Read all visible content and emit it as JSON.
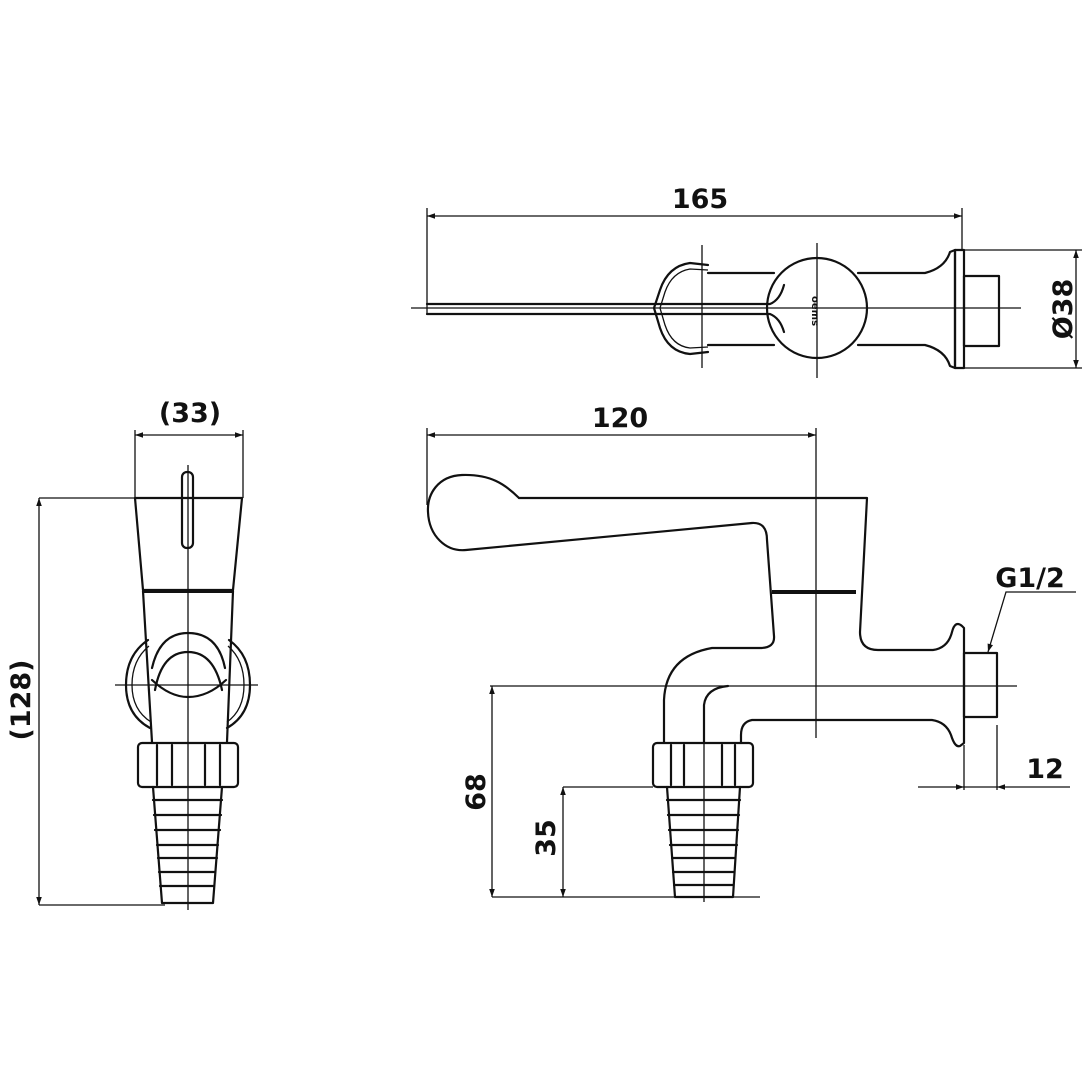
{
  "drawing": {
    "top_view": {
      "length_label": "165",
      "diameter_label": "Ø38",
      "logo_text": "oems"
    },
    "side_view": {
      "length_label": "120",
      "thread_label": "G1/2",
      "flange_label": "12",
      "centre_height_label": "68",
      "hose_height_label": "35"
    },
    "front_view": {
      "width_label": "(33)",
      "height_label": "(128)"
    },
    "colors": {
      "line": "#111111",
      "background": "#ffffff"
    }
  }
}
